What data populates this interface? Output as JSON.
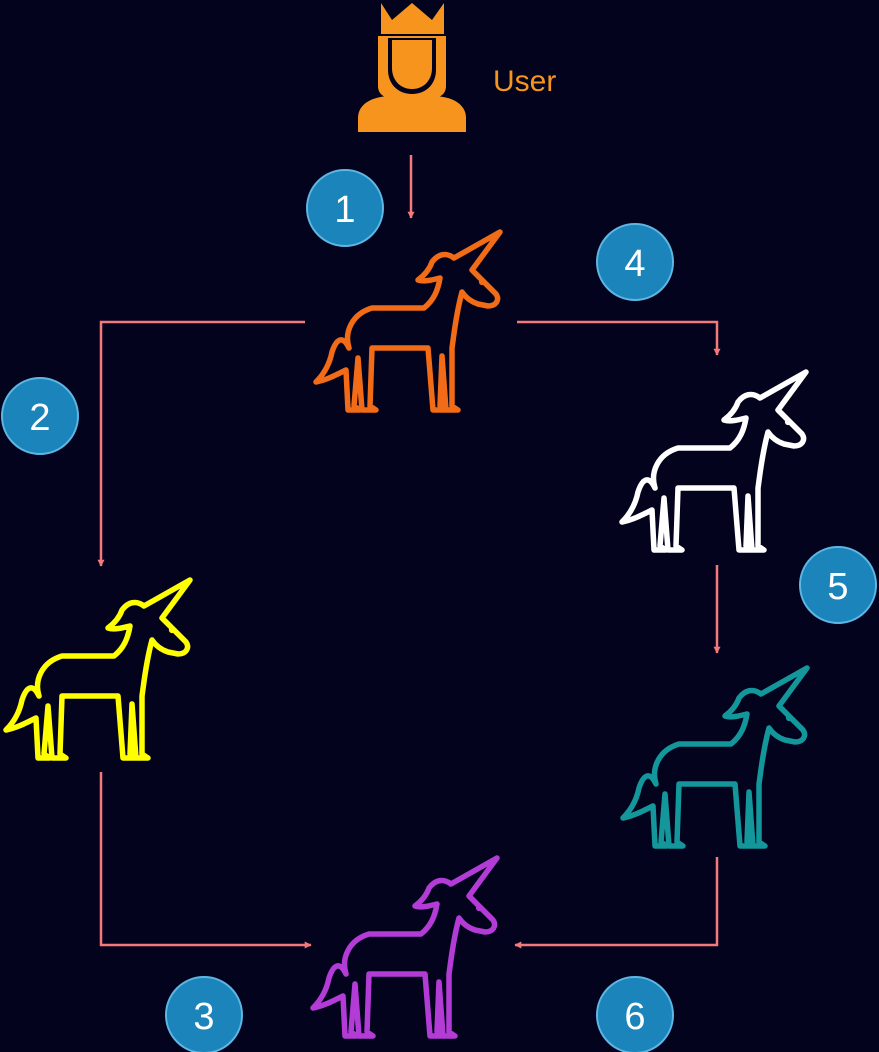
{
  "diagram": {
    "background": "#03031e",
    "user": {
      "label": "User",
      "icon": "crowned-user-icon",
      "color": "#f7941d"
    },
    "unicorns": [
      {
        "id": "orange",
        "icon": "unicorn-icon",
        "color": "#f26b16"
      },
      {
        "id": "white",
        "icon": "unicorn-icon",
        "color": "#ffffff"
      },
      {
        "id": "yellow",
        "icon": "unicorn-icon",
        "color": "#ffff00"
      },
      {
        "id": "teal",
        "icon": "unicorn-icon",
        "color": "#13979b"
      },
      {
        "id": "purple",
        "icon": "unicorn-icon",
        "color": "#b43cd6"
      }
    ],
    "steps": [
      {
        "label": "1"
      },
      {
        "label": "2"
      },
      {
        "label": "3"
      },
      {
        "label": "4"
      },
      {
        "label": "5"
      },
      {
        "label": "6"
      }
    ],
    "colors": {
      "arrow": "#f4797a",
      "badge_fill": "#1a84bb",
      "badge_stroke": "#5fb6e3",
      "badge_text": "#ffffff"
    }
  }
}
